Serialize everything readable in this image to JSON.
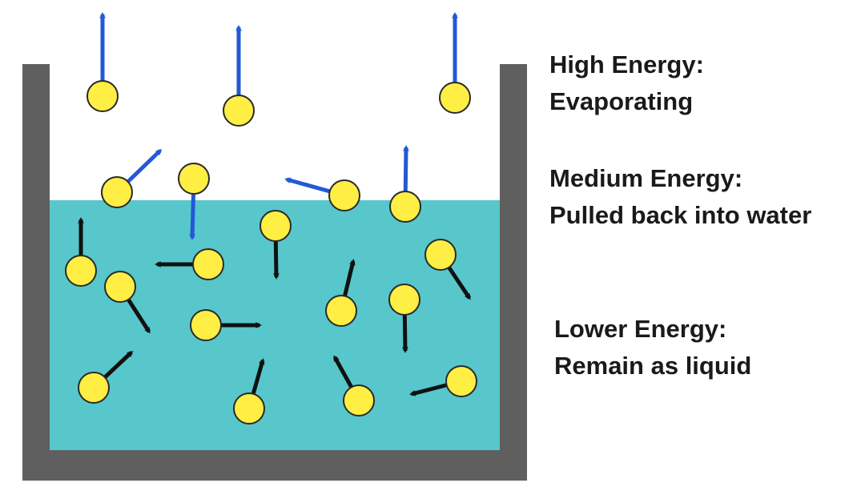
{
  "colors": {
    "container": "#5f5f5f",
    "water": "#57c7cb",
    "molecule_fill": "#ffee44",
    "molecule_stroke": "#2a2a2a",
    "escape_arrow": "#2259d6",
    "liquid_arrow": "#111111",
    "background": "#ffffff"
  },
  "labels": {
    "high": [
      "High Energy:",
      "Evaporating"
    ],
    "medium": [
      "Medium Energy:",
      "Pulled back into water"
    ],
    "lower": [
      "Lower Energy:",
      "Remain as liquid"
    ]
  }
}
